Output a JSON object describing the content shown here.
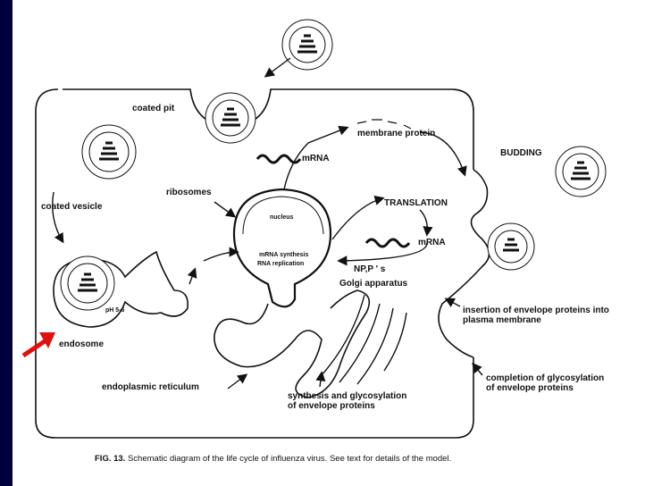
{
  "labels": {
    "coated_pit": "coated pit",
    "coated_vesicle": "coated vesicle",
    "ribosomes": "ribosomes",
    "nucleus": "nucleus",
    "mrna_synthesis": "mRNA synthesis",
    "rna_replication": "RNA replication",
    "mrna_top": "mRNA",
    "membrane_protein": "membrane protein",
    "budding": "BUDDING",
    "translation": "TRANSLATION",
    "mrna_mid": "mRNA",
    "np_ps": "NP,P ' s",
    "golgi": "Golgi apparatus",
    "ph": "pH 5-6",
    "endosome": "endosome",
    "insertion_line1": "insertion of envelope proteins into",
    "insertion_line2": "plasma membrane",
    "completion_line1": "completion of glycosylation",
    "completion_line2": "of envelope proteins",
    "er": "endoplasmic reticulum",
    "synthesis_line1": "synthesis and glycosylation",
    "synthesis_line2": "of envelope proteins"
  },
  "caption": {
    "fig": "FIG. 13.",
    "text": "Schematic diagram of the life cycle of influenza virus. See text for details of the model."
  },
  "colors": {
    "background": "#00003d",
    "panel": "#ffffff",
    "pointer_arrow": "#e01010",
    "ink": "#111111"
  }
}
